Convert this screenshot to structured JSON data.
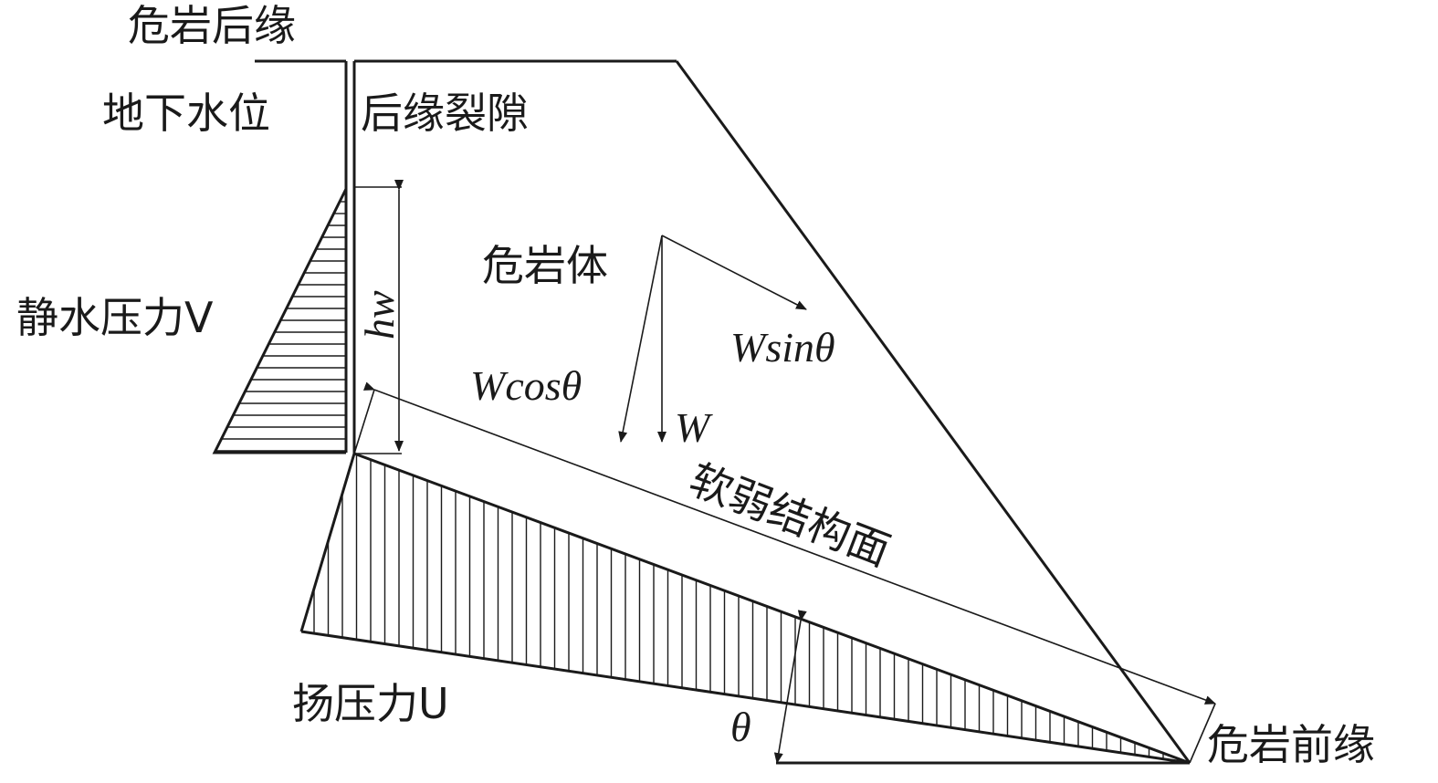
{
  "labels": {
    "rear_edge": "危岩后缘",
    "groundwater_level": "地下水位",
    "rear_crack": "后缘裂隙",
    "dangerous_rock_body": "危岩体",
    "static_water_pressure": "静水压力V",
    "hw": "hw",
    "w_sin_theta": "Wsinθ",
    "w_cos_theta": "Wcosθ",
    "w": "W",
    "weak_structural_plane": "软弱结构面",
    "uplift_pressure": "扬压力U",
    "theta": "θ",
    "front_edge": "危岩前缘"
  },
  "colors": {
    "ink": "#1a1a1a",
    "background": "#ffffff"
  }
}
